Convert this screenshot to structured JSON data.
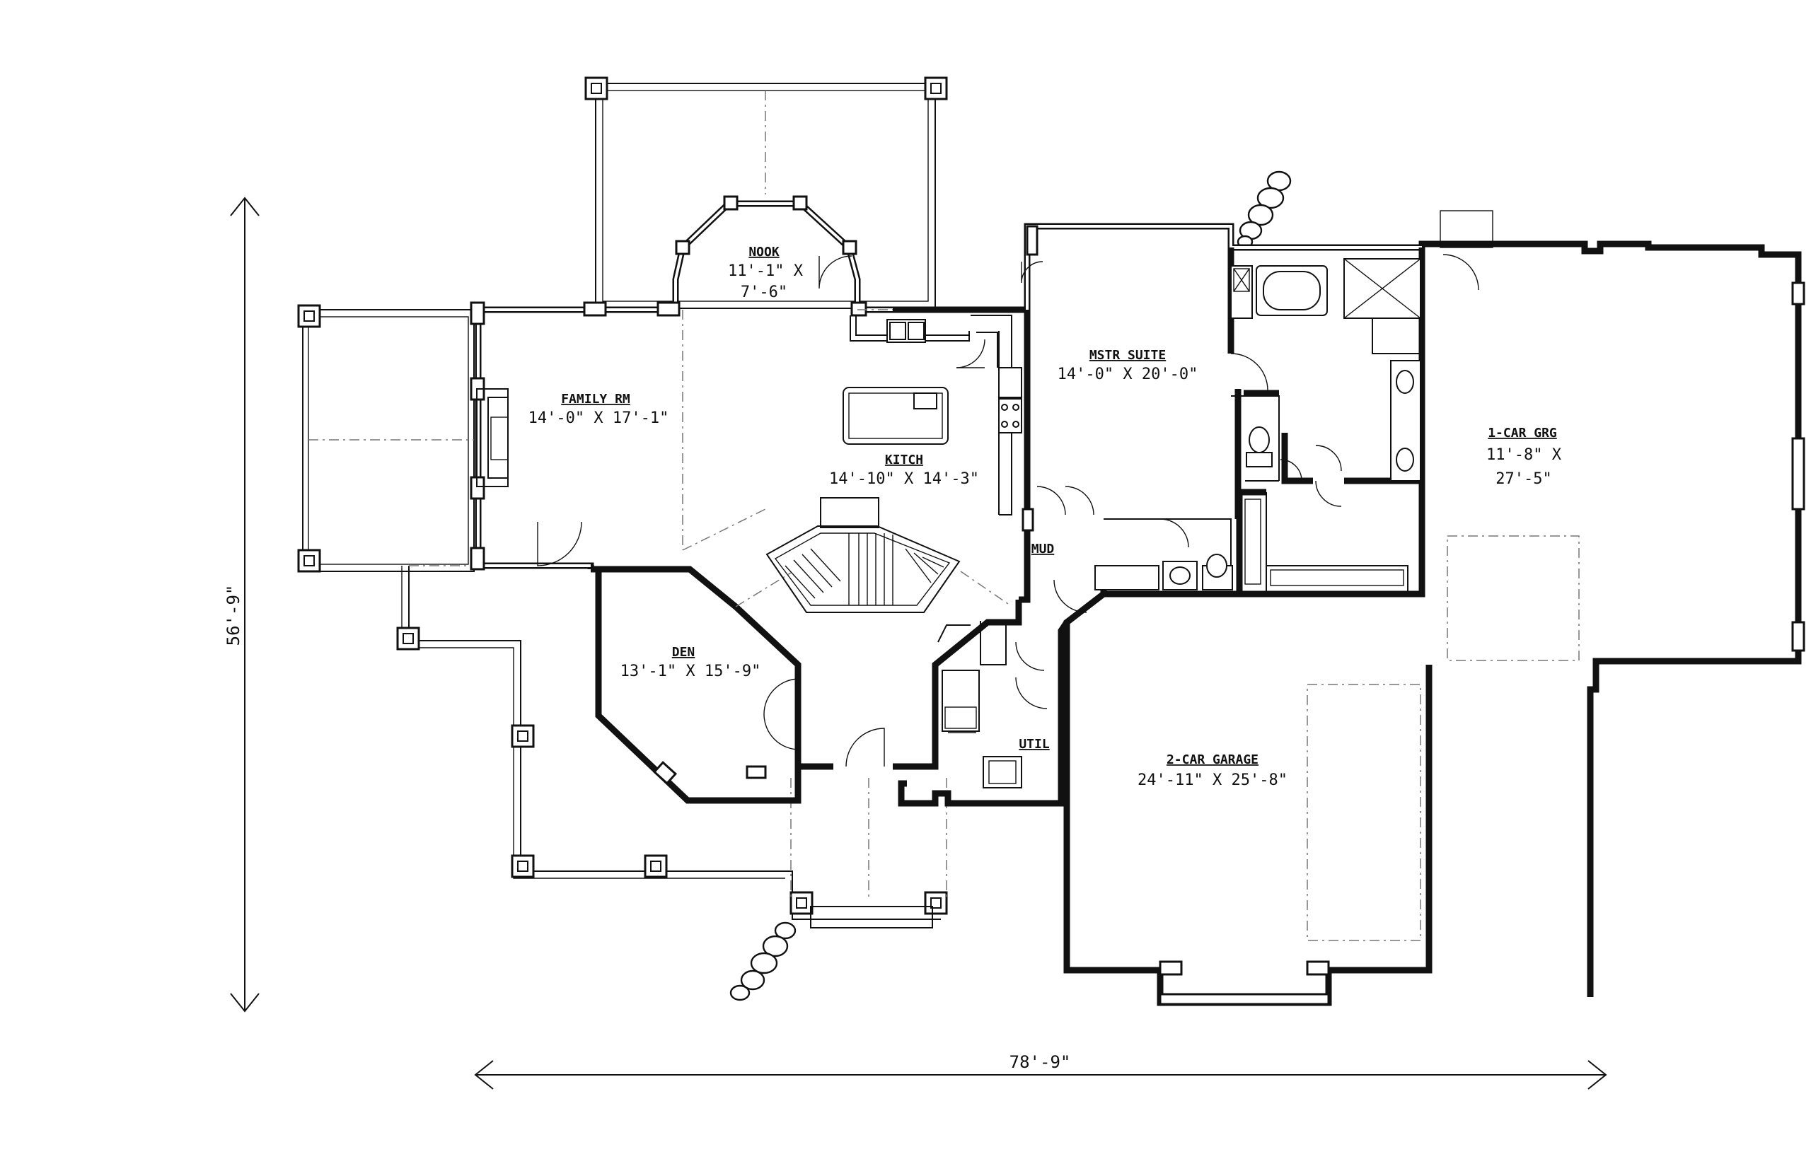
{
  "plan": {
    "overall_width": "78'-9\"",
    "overall_depth": "56'-9\"",
    "rooms": {
      "nook": {
        "name": "NOOK",
        "dim_line1": "11'-1\" X",
        "dim_line2": "7'-6\""
      },
      "family": {
        "name": "FAMILY RM",
        "dim": "14'-0\" X 17'-1\""
      },
      "kitchen": {
        "name": "KITCH",
        "dim": "14'-10\" X 14'-3\""
      },
      "master": {
        "name": "MSTR SUITE",
        "dim": "14'-0\" X 20'-0\""
      },
      "one_car": {
        "name": "1-CAR GRG",
        "dim_line1": "11'-8\" X",
        "dim_line2": "27'-5\""
      },
      "den": {
        "name": "DEN",
        "dim": "13'-1\" X 15'-9\""
      },
      "mud": {
        "name": "MUD"
      },
      "util": {
        "name": "UTIL"
      },
      "two_car": {
        "name": "2-CAR GARAGE",
        "dim": "24'-11\" X 25'-8\""
      }
    }
  }
}
